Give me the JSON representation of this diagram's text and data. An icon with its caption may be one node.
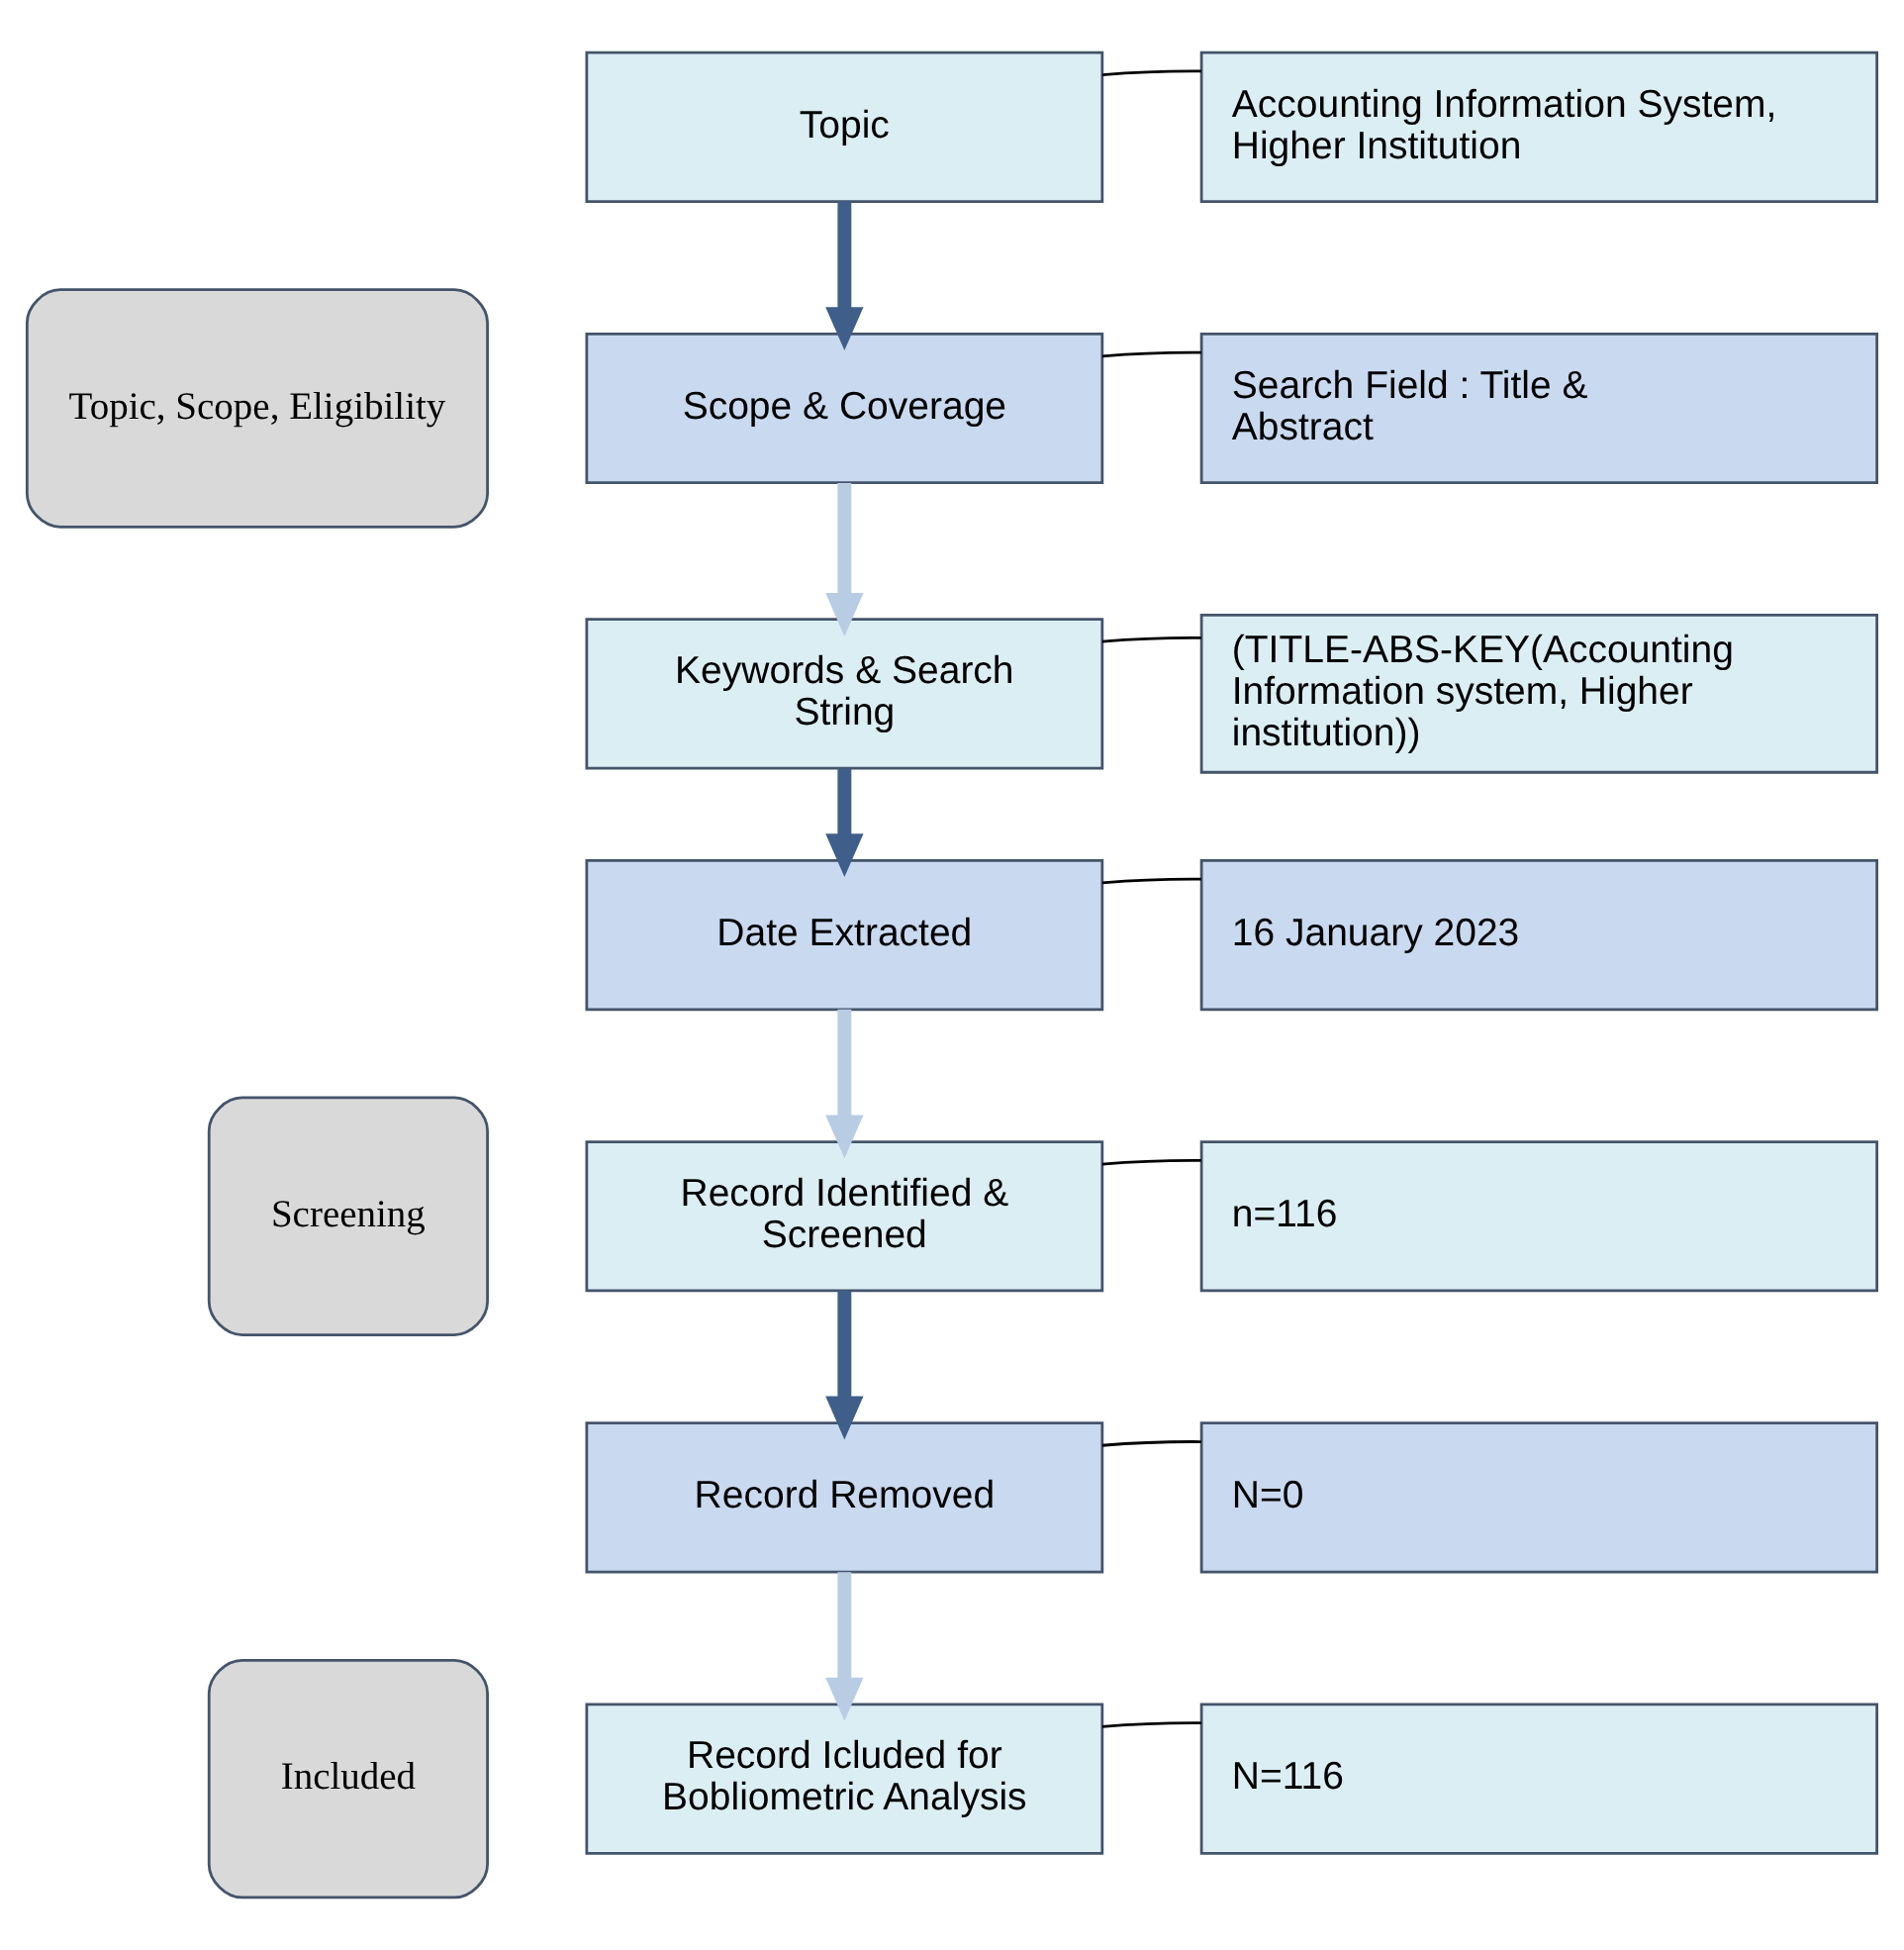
{
  "diagram": {
    "nodes": [
      {
        "text": [
          "Topic, Scope, Eligibility"
        ]
      },
      {
        "text": [
          "Topic"
        ]
      },
      {
        "text": [
          "Accounting Information System, Higher Institution"
        ]
      },
      {
        "text": [
          "Scope & Coverage"
        ]
      },
      {
        "text": [
          "Search Field : Title & Abstract"
        ]
      },
      {
        "text": [
          "Keywords & Search String"
        ]
      },
      {
        "text": [
          "(TITLE-ABS-KEY(Accounting Information system, Higher institution))"
        ]
      },
      {
        "text": [
          "Date Extracted"
        ]
      },
      {
        "text": [
          "16 January 2023"
        ]
      },
      {
        "text": [
          "Screening"
        ]
      },
      {
        "text": [
          "Record Identified & Screened"
        ]
      },
      {
        "text": [
          "n=116"
        ]
      },
      {
        "text": [
          "Record Removed"
        ]
      },
      {
        "text": [
          "N=0"
        ]
      },
      {
        "text": [
          "Included"
        ]
      },
      {
        "text": [
          "Record Icluded for Bobliometric Analysis"
        ]
      },
      {
        "text": [
          "N=116"
        ]
      }
    ],
    "edges": [
      {
        "from": 1,
        "to": 2,
        "arrow": "none"
      },
      {
        "from": 1,
        "to": 3,
        "arrow": "to",
        "style": "thick",
        "color": "#3f5f8a"
      },
      {
        "from": 3,
        "to": 4,
        "arrow": "none"
      },
      {
        "from": 3,
        "to": 5,
        "arrow": "to",
        "style": "thick",
        "color": "#b8cce4"
      },
      {
        "from": 5,
        "to": 6,
        "arrow": "none"
      },
      {
        "from": 5,
        "to": 7,
        "arrow": "to",
        "style": "thick",
        "color": "#3f5f8a"
      },
      {
        "from": 7,
        "to": 8,
        "arrow": "none"
      },
      {
        "from": 7,
        "to": 10,
        "arrow": "to",
        "style": "thick",
        "color": "#b8cce4"
      },
      {
        "from": 10,
        "to": 11,
        "arrow": "none"
      },
      {
        "from": 10,
        "to": 12,
        "arrow": "to",
        "style": "thick",
        "color": "#3f5f8a"
      },
      {
        "from": 12,
        "to": 13,
        "arrow": "none"
      },
      {
        "from": 12,
        "to": 15,
        "arrow": "to",
        "style": "thick",
        "color": "#b8cce4"
      },
      {
        "from": 15,
        "to": 16,
        "arrow": "none"
      }
    ]
  }
}
